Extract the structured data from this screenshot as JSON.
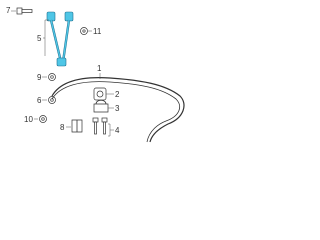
{
  "callouts": {
    "c1": "1",
    "c2": "2",
    "c3": "3",
    "c4": "4",
    "c5": "5",
    "c6": "6",
    "c7": "7",
    "c8": "8",
    "c9": "9",
    "c10": "10",
    "c11": "11"
  },
  "colors": {
    "highlight": "#4fc6e6",
    "line": "#333333"
  }
}
